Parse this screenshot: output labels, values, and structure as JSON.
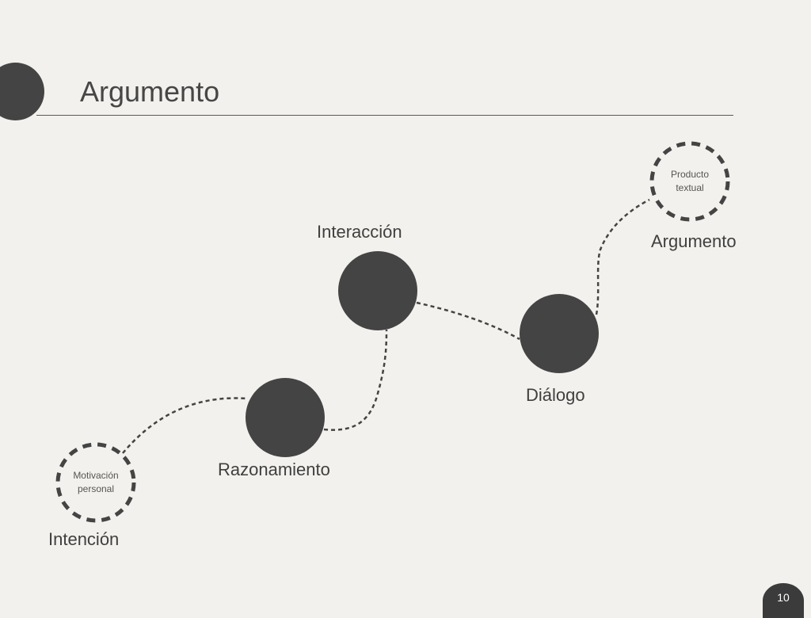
{
  "title": "Argumento",
  "page_number": "10",
  "nodes": {
    "motivacion": {
      "inner_line1": "Motivación",
      "inner_line2": "personal",
      "label": "Intención"
    },
    "razonamiento": {
      "label": "Razonamiento"
    },
    "interaccion": {
      "label": "Interacción"
    },
    "dialogo": {
      "label": "Diálogo"
    },
    "producto": {
      "inner_line1": "Producto",
      "inner_line2": "textual",
      "label": "Argumento"
    }
  },
  "colors": {
    "background": "#f3f1ed",
    "node_fill": "#444444",
    "dash": "#444444"
  }
}
